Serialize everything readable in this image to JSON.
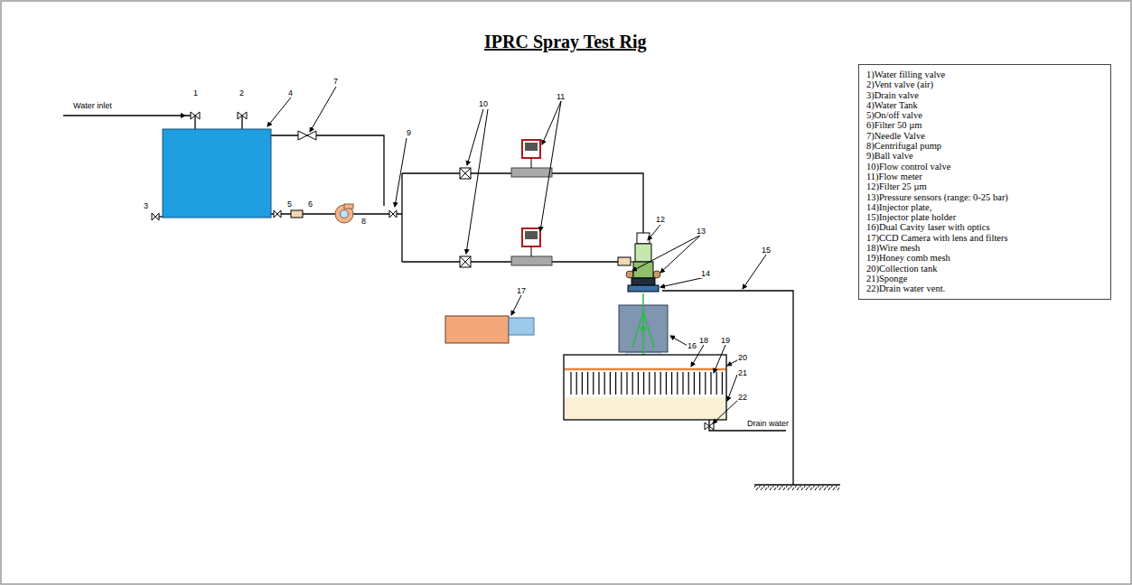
{
  "diagram": {
    "title": "IPRC Spray Test Rig",
    "nodes": [
      {
        "text": [
          "1)Water filling valve",
          "2)Vent valve (air)",
          "3)Drain valve",
          "4)Water Tank",
          "5)On/off valve",
          "6)Filter 50 µm",
          "7)Needle Valve",
          "8)Centrifugal pump",
          "9)Ball valve",
          "10)Flow control valve",
          "11)Flow meter",
          "12)Filter 25 µm",
          "13)Pressure sensors (range: 0-25 bar)",
          "14)Injector plate,",
          "15)Injector plate holder",
          "16)Dual Cavity laser with optics",
          "17)CCD Camera with lens and filters",
          "18)Wire mesh",
          "19)Honey comb mesh",
          "20)Collection tank",
          "21)Sponge",
          "22)Drain water vent."
        ]
      }
    ],
    "labels": [
      "Water inlet",
      "1",
      "2",
      "4",
      "7",
      "9",
      "10",
      "11",
      "3",
      "5",
      "6",
      "8",
      "12",
      "13",
      "14",
      "15",
      "17",
      "16",
      "18",
      "19",
      "20",
      "21",
      "22",
      "Drain water"
    ]
  }
}
